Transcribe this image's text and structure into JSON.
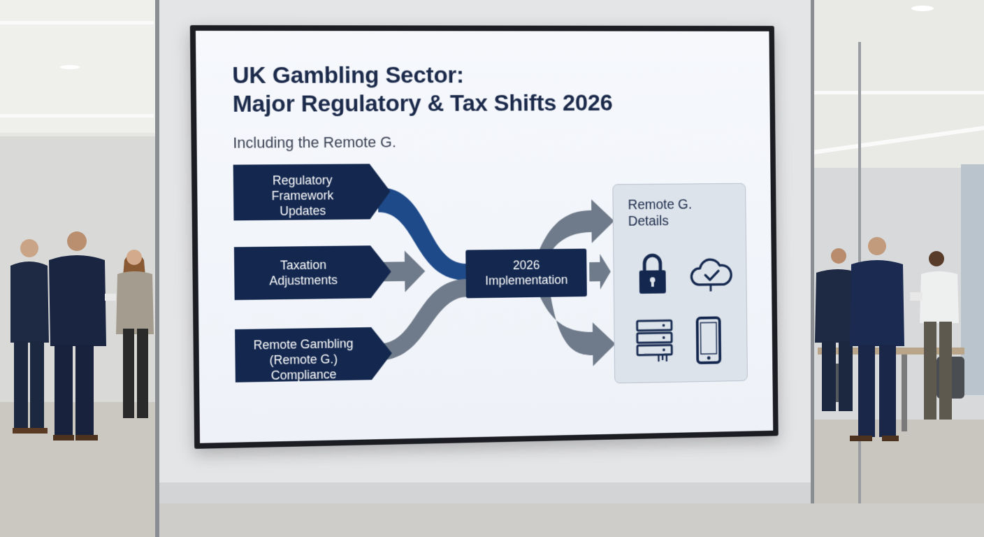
{
  "slide": {
    "title_line1": "UK Gambling Sector:",
    "title_line2": "Major Regulatory & Tax Shifts 2026",
    "subtitle": "Including the Remote G."
  },
  "flow": {
    "inputs": [
      {
        "line1": "Regulatory",
        "line2": "Framework",
        "line3": "Updates"
      },
      {
        "line1": "Taxation",
        "line2": "Adjustments"
      },
      {
        "line1": "Remote Gambling",
        "line2": "(Remote G.)",
        "line3": "Compliance"
      }
    ],
    "center": {
      "line1": "2026",
      "line2": "Implementation"
    }
  },
  "details_panel": {
    "title_line1": "Remote G.",
    "title_line2": "Details",
    "icons": [
      "padlock-icon",
      "cloud-check-icon",
      "server-icon",
      "smartphone-icon"
    ]
  },
  "colors": {
    "navy": "#14284f",
    "blue_arrow": "#1e4a8a",
    "grey_arrow": "#6f7b8a",
    "panel_bg": "#dde3ea"
  }
}
